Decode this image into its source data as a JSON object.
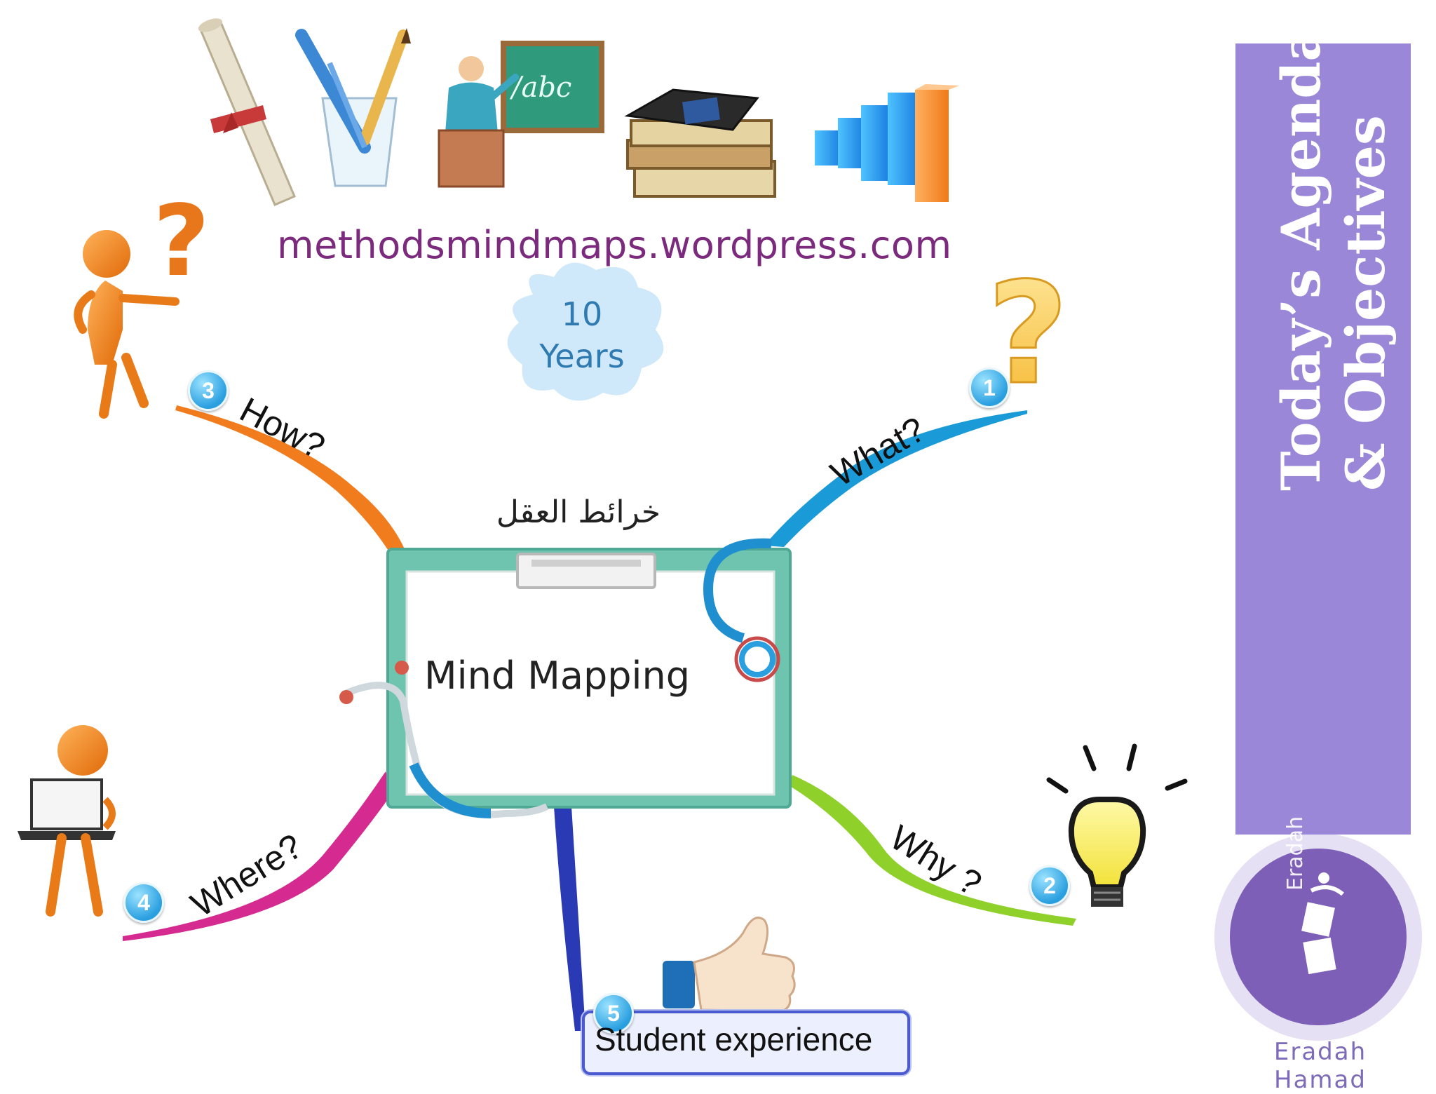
{
  "header": {
    "website": "methodsmindmaps.wordpress.com",
    "anniversary": {
      "number": "10",
      "unit": "Years"
    }
  },
  "center": {
    "arabic_title": "خرائط العقل",
    "title": "Mind Mapping"
  },
  "branches": [
    {
      "number": "1",
      "label": "What?",
      "color": "#1a9bd7"
    },
    {
      "number": "2",
      "label": "Why ?",
      "color": "#8fd12a"
    },
    {
      "number": "3",
      "label": "How?",
      "color": "#f07c1e"
    },
    {
      "number": "4",
      "label": "Where?",
      "color": "#d52a8f"
    },
    {
      "number": "5",
      "label": "Student experience",
      "color": "#2a3ab5"
    }
  ],
  "sidebar": {
    "title_line1": "Today’s Agenda",
    "title_line2": "& Objectives",
    "color": "#9b87d8"
  },
  "logo": {
    "brand": "Eradah",
    "caption": "Eradah Hamad"
  },
  "icons": [
    "diploma-icon",
    "pencil-cup-icon",
    "teacher-board-icon",
    "books-icon",
    "bar-chart-icon",
    "question-figure-icon",
    "question-mark-icon",
    "laptop-figure-icon",
    "light-bulb-icon",
    "thumbs-up-icon",
    "stethoscope-icon",
    "clipboard-icon"
  ],
  "board_text": "/abc"
}
